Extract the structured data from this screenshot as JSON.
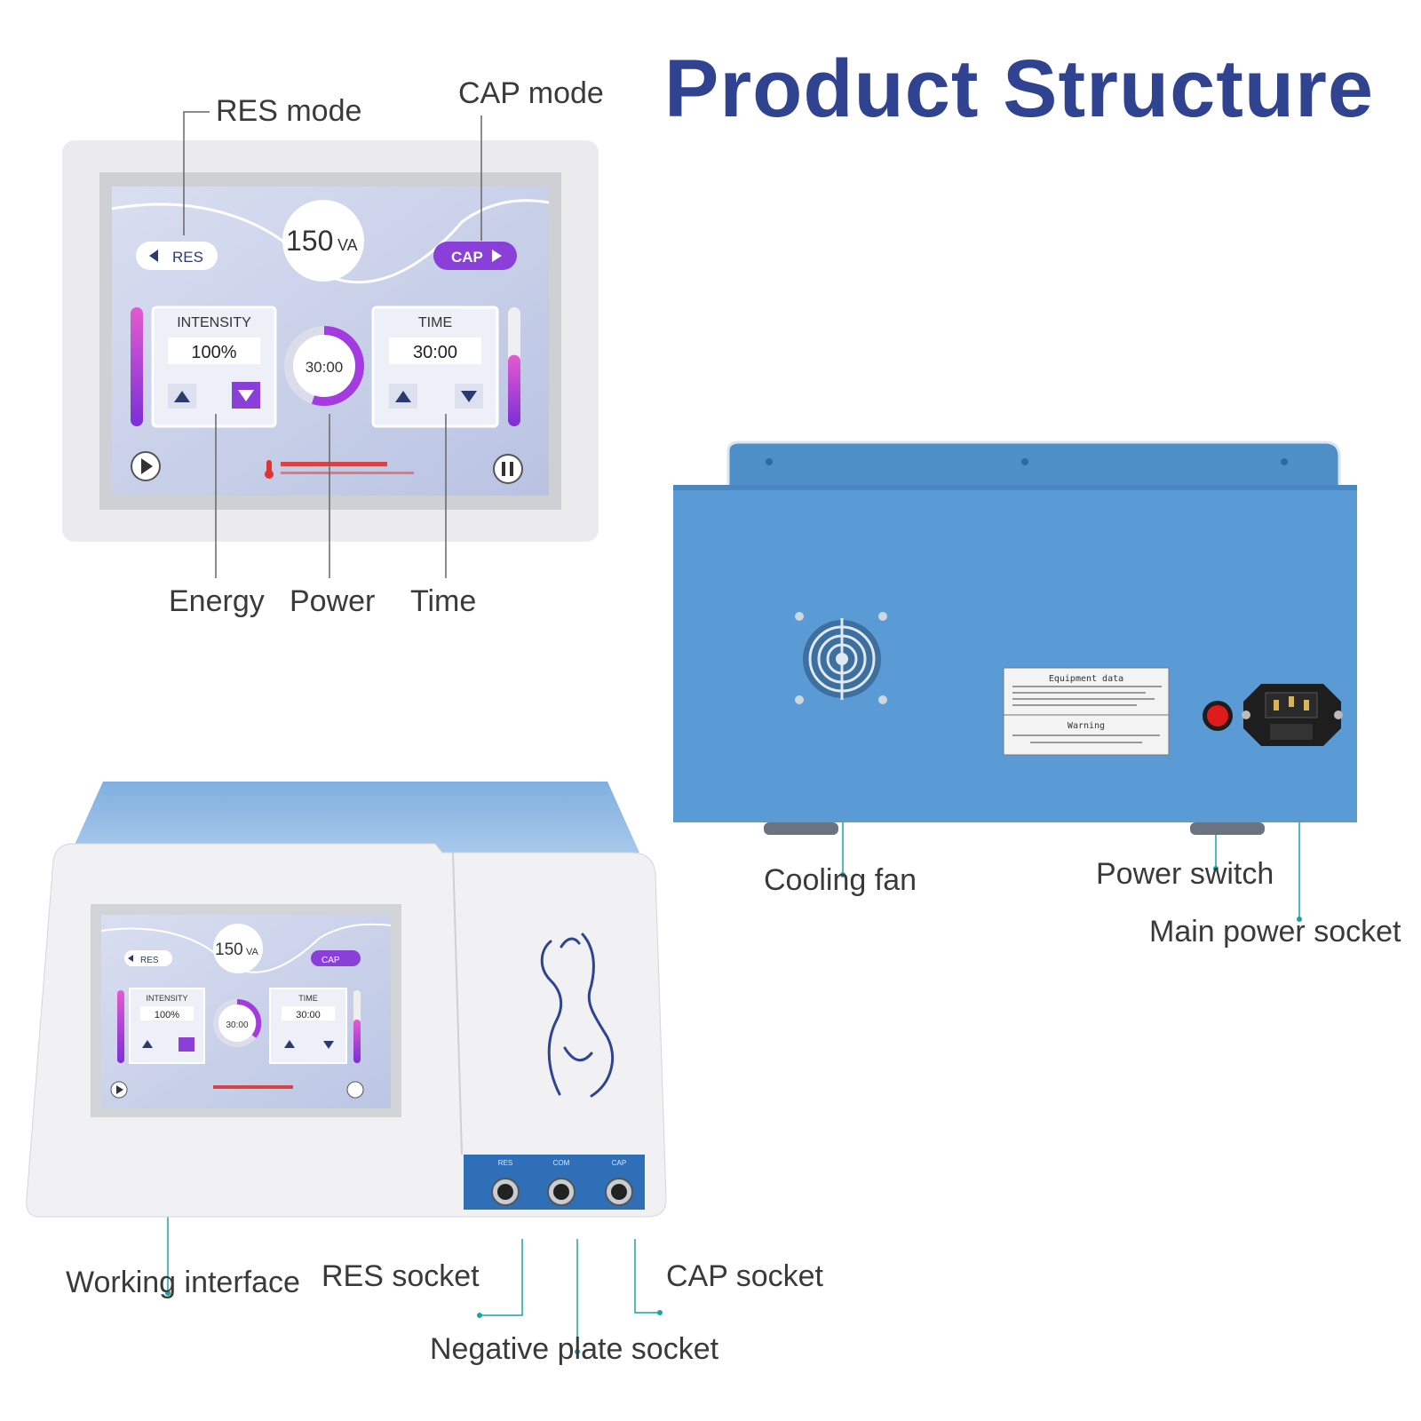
{
  "title": "Product Structure",
  "labels": {
    "res_mode": "RES mode",
    "cap_mode": "CAP mode",
    "energy": "Energy",
    "power": "Power",
    "time": "Time",
    "cooling_fan": "Cooling fan",
    "power_switch": "Power switch",
    "main_power_socket": "Main power socket",
    "working_interface": "Working interface",
    "res_socket": "RES socket",
    "cap_socket": "CAP socket",
    "negative_plate_socket": "Negative plate socket"
  },
  "screen": {
    "power_value": "150",
    "power_unit": "VA",
    "res_button": "RES",
    "cap_button": "CAP",
    "intensity_label": "INTENSITY",
    "intensity_value": "100%",
    "time_label": "TIME",
    "time_value": "30:00",
    "ring_value": "30:00",
    "ring_fraction": 0.55,
    "intensity_level": 1.0,
    "time_level": 0.6
  },
  "panel_sockets": {
    "res": "RES",
    "com": "COM",
    "cap": "CAP"
  },
  "nameplate": {
    "heading": "Equipment data",
    "warning": "Warning"
  },
  "colors": {
    "title": "#2f4390",
    "device_blue": "#5b9bd5",
    "accent_purple": "#8b3fd9",
    "guide_line": "#1aa3a3"
  }
}
